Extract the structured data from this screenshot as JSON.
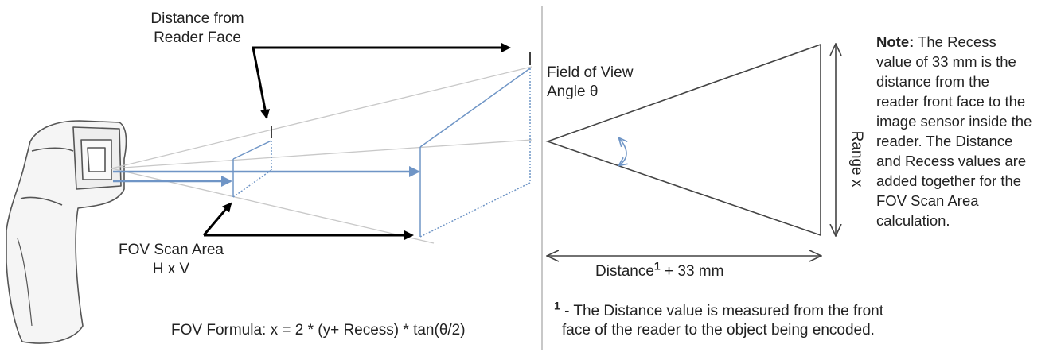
{
  "labels": {
    "distance_title_line1": "Distance from",
    "distance_title_line2": "Reader Face",
    "fov_angle_line1": "Field of View",
    "fov_angle_line2": "Angle θ",
    "scan_area_line1": "FOV Scan Area",
    "scan_area_line2": "H x V",
    "formula": "FOV Formula: x = 2 * (y+ Recess) * tan(θ/2)",
    "range": "Range x",
    "distance_base": "Distance",
    "distance_sup": "1",
    "distance_suffix": " + 33 mm"
  },
  "note": {
    "bold": "Note:",
    "text": " The Recess value of 33 mm is the distance from the reader front face to the image sensor inside the reader. The Distance and Recess values are added together for the FOV Scan Area calculation."
  },
  "footnote": {
    "marker": "1",
    "line1": " - The Distance value is measured from the front",
    "line2": "face of the reader to the object being encoded."
  },
  "colors": {
    "fov_blue": "#6f95c6",
    "fov_gray": "#c8c8c8",
    "scanner_outline": "#555555",
    "arrow_black": "#000000"
  }
}
